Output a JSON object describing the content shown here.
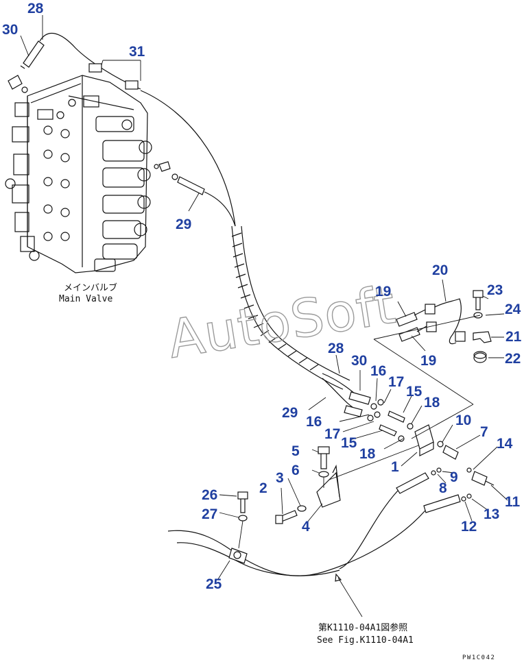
{
  "labels": {
    "main_valve_jp": "メインバルブ",
    "main_valve_en": "Main Valve",
    "see_fig_jp": "第K1110-04A1図参照",
    "see_fig_en": "See Fig.K1110-04A1",
    "drawing_code": "PW1C042",
    "watermark": "AutoSoft"
  },
  "callouts": {
    "c1": "1",
    "c2": "2",
    "c3": "3",
    "c4": "4",
    "c5": "5",
    "c6": "6",
    "c7": "7",
    "c8": "8",
    "c9": "9",
    "c10": "10",
    "c11": "11",
    "c12": "12",
    "c13": "13",
    "c14": "14",
    "c15a": "15",
    "c15b": "15",
    "c16a": "16",
    "c16b": "16",
    "c17a": "17",
    "c17b": "17",
    "c18a": "18",
    "c18b": "18",
    "c19a": "19",
    "c19b": "19",
    "c20": "20",
    "c21": "21",
    "c22": "22",
    "c23": "23",
    "c24": "24",
    "c25": "25",
    "c26": "26",
    "c27": "27",
    "c28a": "28",
    "c28b": "28",
    "c29a": "29",
    "c29b": "29",
    "c30a": "30",
    "c30b": "30",
    "c31": "31"
  },
  "colors": {
    "callout": "#1f3fa0",
    "line": "#111111",
    "watermark": "#9a9a9a"
  }
}
